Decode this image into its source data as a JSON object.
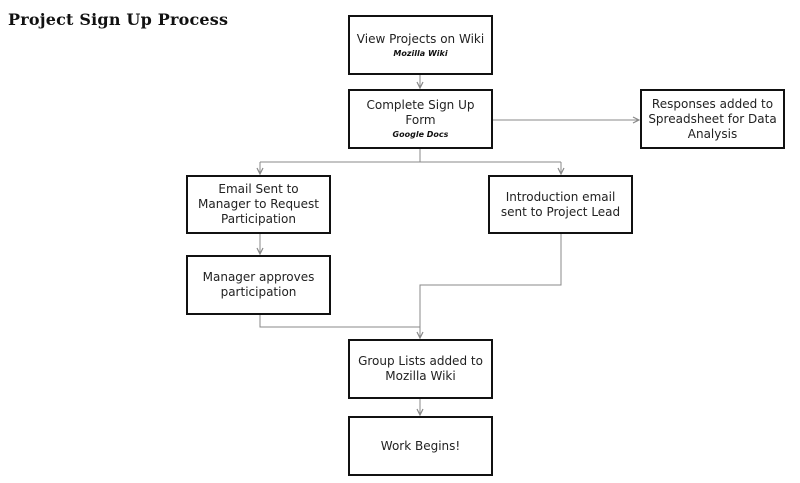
{
  "title": "Project Sign Up Process",
  "nodes": {
    "view_projects": {
      "label": "View Projects on Wiki",
      "sub": "Mozilla Wiki"
    },
    "sign_up_form": {
      "label": "Complete Sign Up Form",
      "sub": "Google Docs"
    },
    "responses": {
      "label": "Responses added to Spreadsheet for Data Analysis"
    },
    "email_manager": {
      "label": "Email Sent to Manager to Request Participation"
    },
    "intro_email": {
      "label": "Introduction email sent to Project Lead"
    },
    "manager_approves": {
      "label": "Manager approves participation"
    },
    "group_lists": {
      "label": "Group Lists added to Mozilla Wiki"
    },
    "work_begins": {
      "label": "Work Begins!"
    }
  },
  "colors": {
    "box_border": "#111111",
    "connector": "#888888",
    "text": "#222222"
  }
}
